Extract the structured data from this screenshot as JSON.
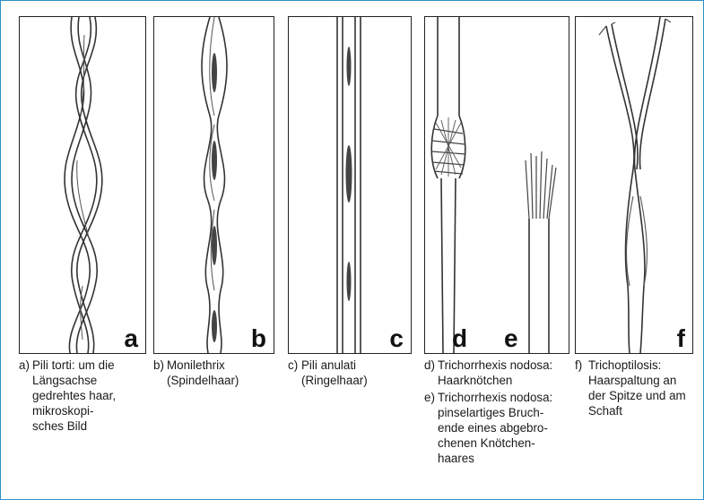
{
  "panels": [
    {
      "id": "a",
      "letter": "a"
    },
    {
      "id": "b",
      "letter": "b"
    },
    {
      "id": "c",
      "letter": "c"
    },
    {
      "id": "de",
      "letters": [
        "d",
        "e"
      ]
    },
    {
      "id": "f",
      "letter": "f"
    }
  ],
  "captions": {
    "a": {
      "prefix": "a)",
      "lines": [
        "Pili torti: um die",
        "Längsachse",
        "gedrehtes haar,",
        "mikroskopi-",
        "sches Bild"
      ]
    },
    "b": {
      "prefix": "b)",
      "lines": [
        "Monilethrix",
        "(Spindelhaar)"
      ]
    },
    "c": {
      "prefix": "c)",
      "lines": [
        "Pili anulati",
        "(Ringelhaar)"
      ]
    },
    "d": {
      "prefix": "d)",
      "lines": [
        "Trichorrhexis nodosa:",
        "Haarknötchen"
      ]
    },
    "e": {
      "prefix": "e)",
      "lines": [
        "Trichorrhexis nodosa:",
        "pinselartiges Bruch-",
        "ende eines abgebro-",
        "chenen Knötchen-",
        "haares"
      ]
    },
    "f": {
      "prefix": "f)",
      "lines": [
        "Trichoptilosis:",
        "Haarspaltung an",
        "der Spitze und am",
        "Schaft"
      ]
    }
  },
  "colors": {
    "frame_border": "#2f8fc7",
    "ink": "#1a1a1a"
  }
}
